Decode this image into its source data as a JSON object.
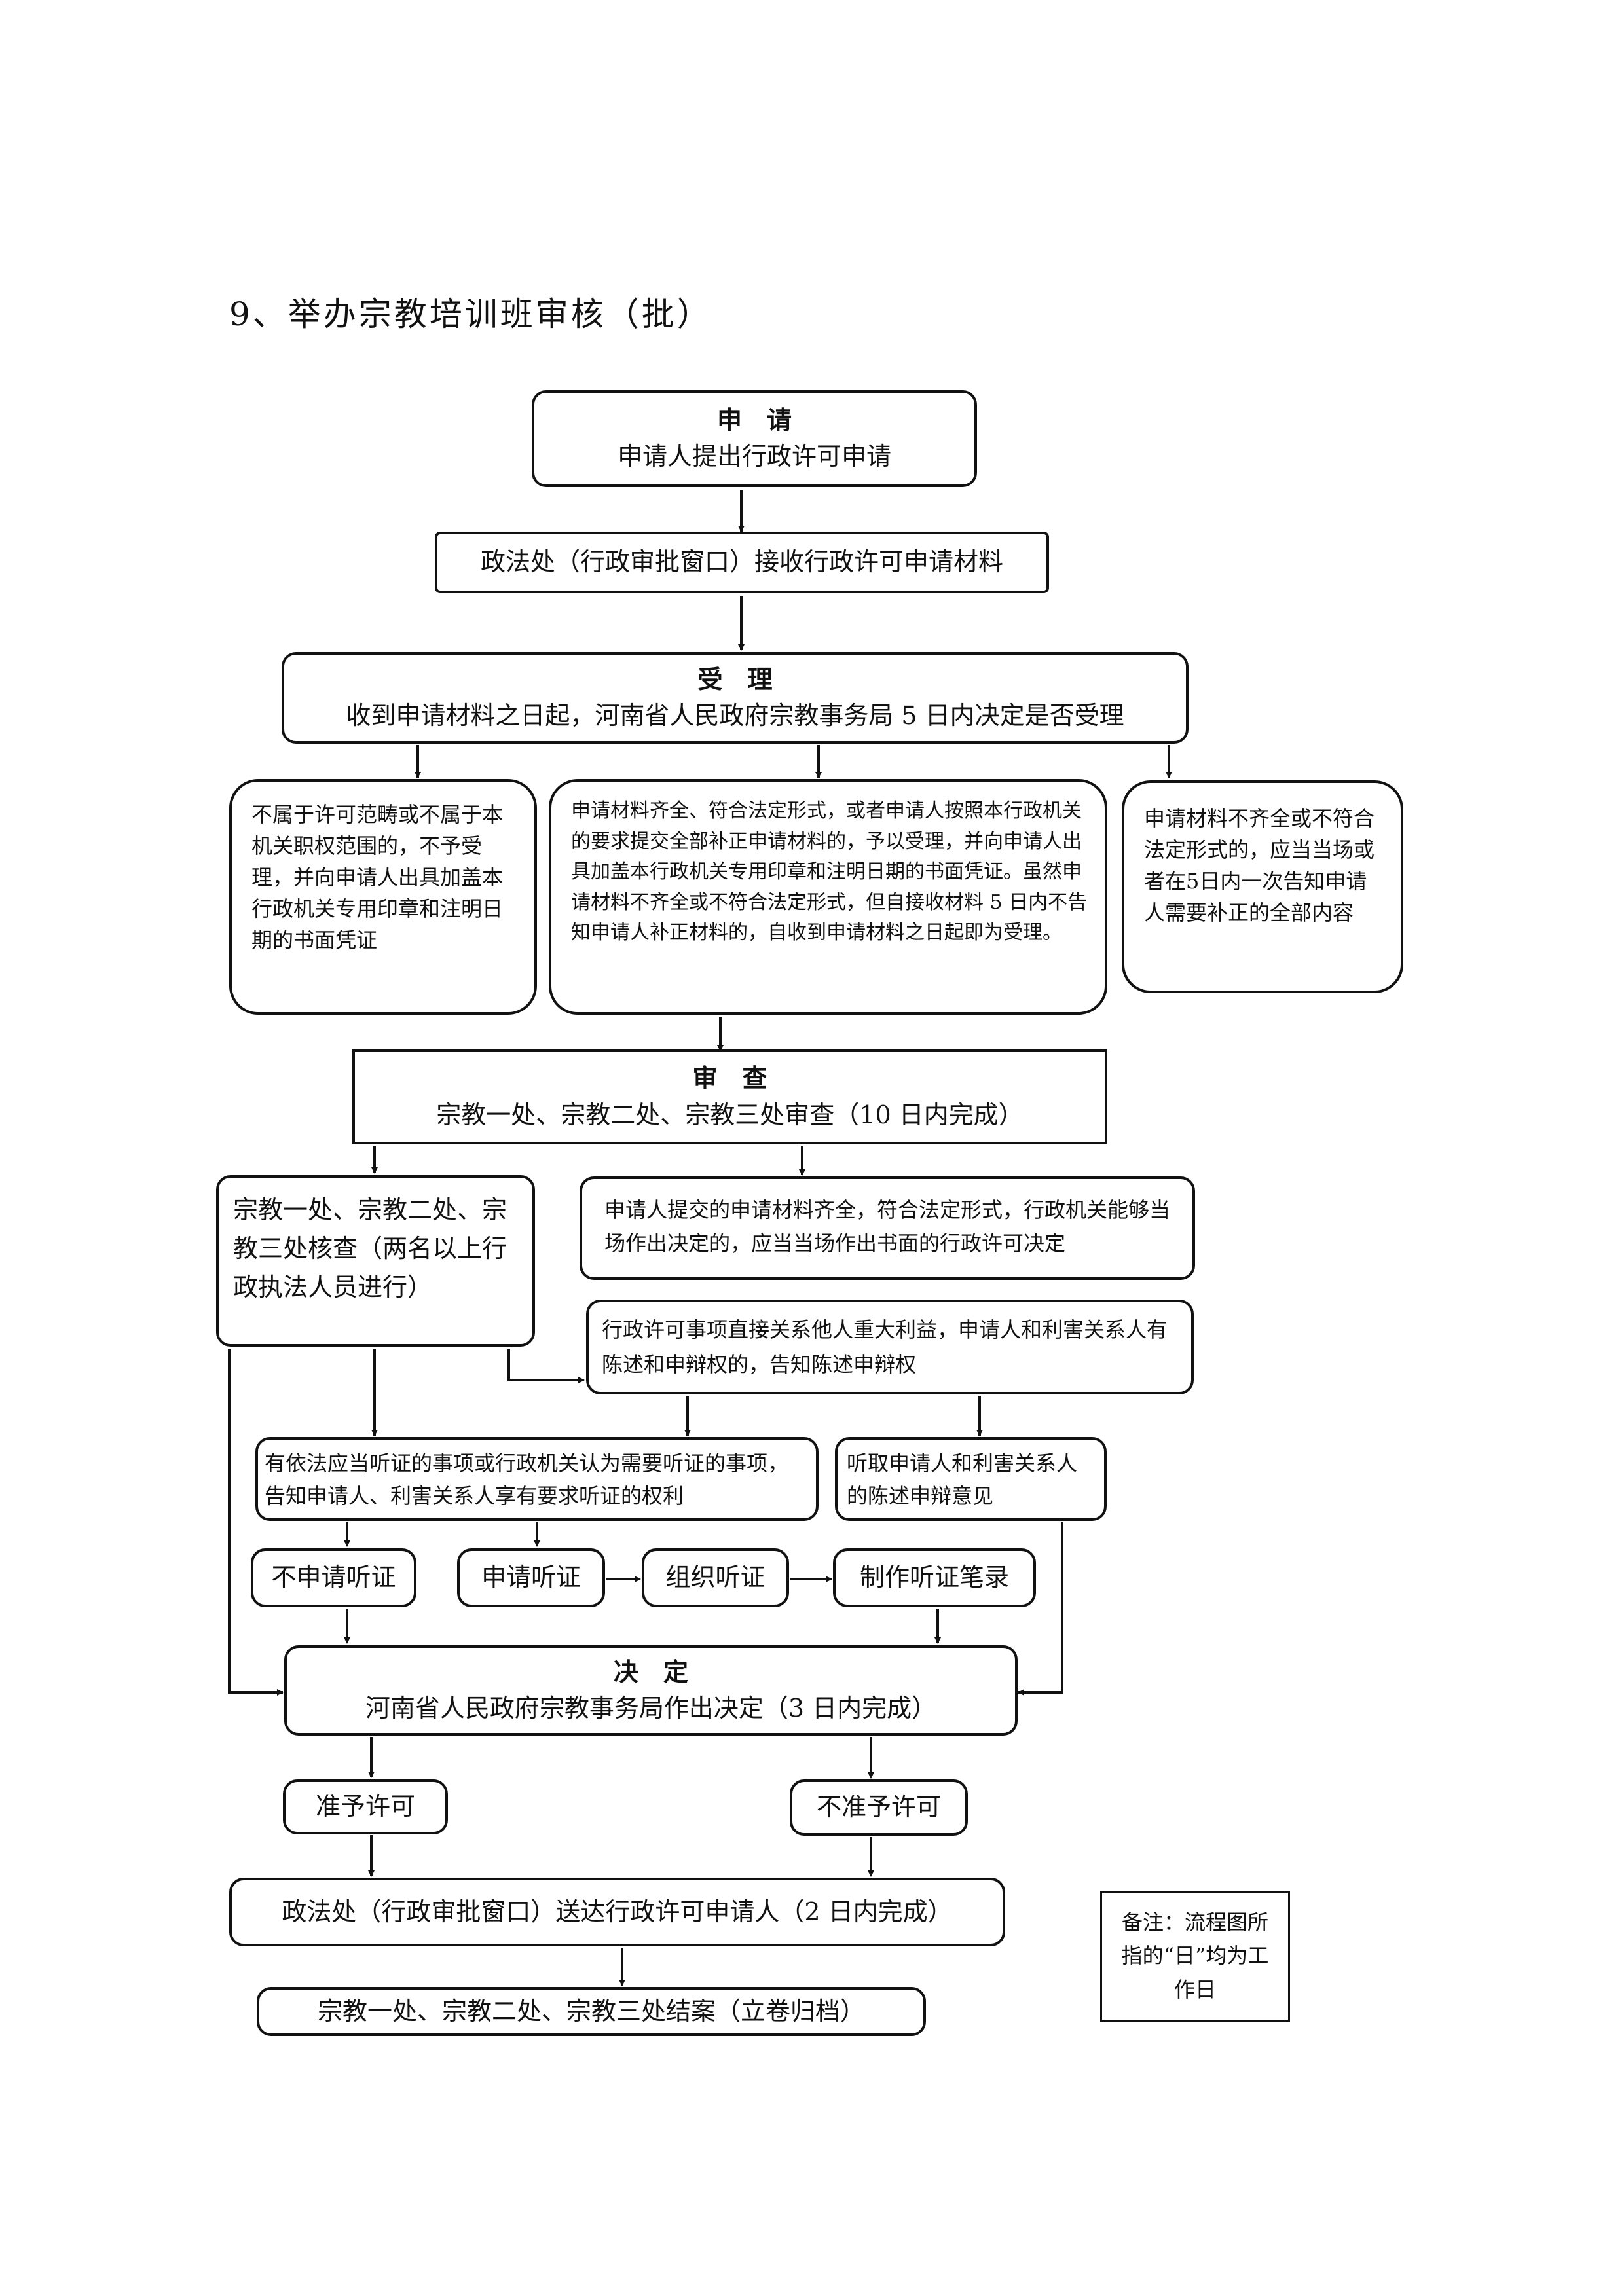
{
  "title": "9、举办宗教培训班审核（批）",
  "apply": {
    "heading": "申　请",
    "text": "申请人提出行政许可申请"
  },
  "receive": {
    "text": "政法处（行政审批窗口）接收行政许可申请材料"
  },
  "accept": {
    "heading": "受　理",
    "text": "收到申请材料之日起，河南省人民政府宗教事务局 5 日内决定是否受理"
  },
  "branch_reject": {
    "text": "不属于许可范畴或不属于本机关职权范围的，不予受理，并向申请人出具加盖本行政机关专用印章和注明日期的书面凭证"
  },
  "branch_accept": {
    "text": "申请材料齐全、符合法定形式，或者申请人按照本行政机关的要求提交全部补正申请材料的，予以受理，并向申请人出具加盖本行政机关专用印章和注明日期的书面凭证。虽然申请材料不齐全或不符合法定形式，但自接收材料 5 日内不告知申请人补正材料的，自收到申请材料之日起即为受理。"
  },
  "branch_supplement": {
    "text": "申请材料不齐全或不符合法定形式的，应当当场或者在5日内一次告知申请人需要补正的全部内容"
  },
  "review": {
    "heading": "审　查",
    "text": "宗教一处、宗教二处、宗教三处审查（10 日内完成）"
  },
  "verify": {
    "text": "宗教一处、宗教二处、宗教三处核查（两名以上行政执法人员进行）"
  },
  "onsite": {
    "text": "申请人提交的申请材料齐全，符合法定形式，行政机关能够当场作出决定的，应当当场作出书面的行政许可决定"
  },
  "statement_notice": {
    "text": "行政许可事项直接关系他人重大利益，申请人和利害关系人有陈述和申辩权的，告知陈述申辩权"
  },
  "hearing_notice": {
    "text": "有依法应当听证的事项或行政机关认为需要听证的事项，告知申请人、利害关系人享有要求听证的权利"
  },
  "listen_statement": {
    "text": "听取申请人和利害关系人的陈述申辩意见"
  },
  "no_hearing": {
    "text": "不申请听证"
  },
  "apply_hearing": {
    "text": "申请听证"
  },
  "organize_hearing": {
    "text": "组织听证"
  },
  "hearing_record": {
    "text": "制作听证笔录"
  },
  "decision": {
    "heading": "决　定",
    "text": "河南省人民政府宗教事务局作出决定（3 日内完成）"
  },
  "grant": {
    "text": "准予许可"
  },
  "deny": {
    "text": "不准予许可"
  },
  "deliver": {
    "text": "政法处（行政审批窗口）送达行政许可申请人（2 日内完成）"
  },
  "close_case": {
    "text": "宗教一处、宗教二处、宗教三处结案（立卷归档）"
  },
  "note": {
    "text": "备注：流程图所指的“日”均为工作日"
  }
}
